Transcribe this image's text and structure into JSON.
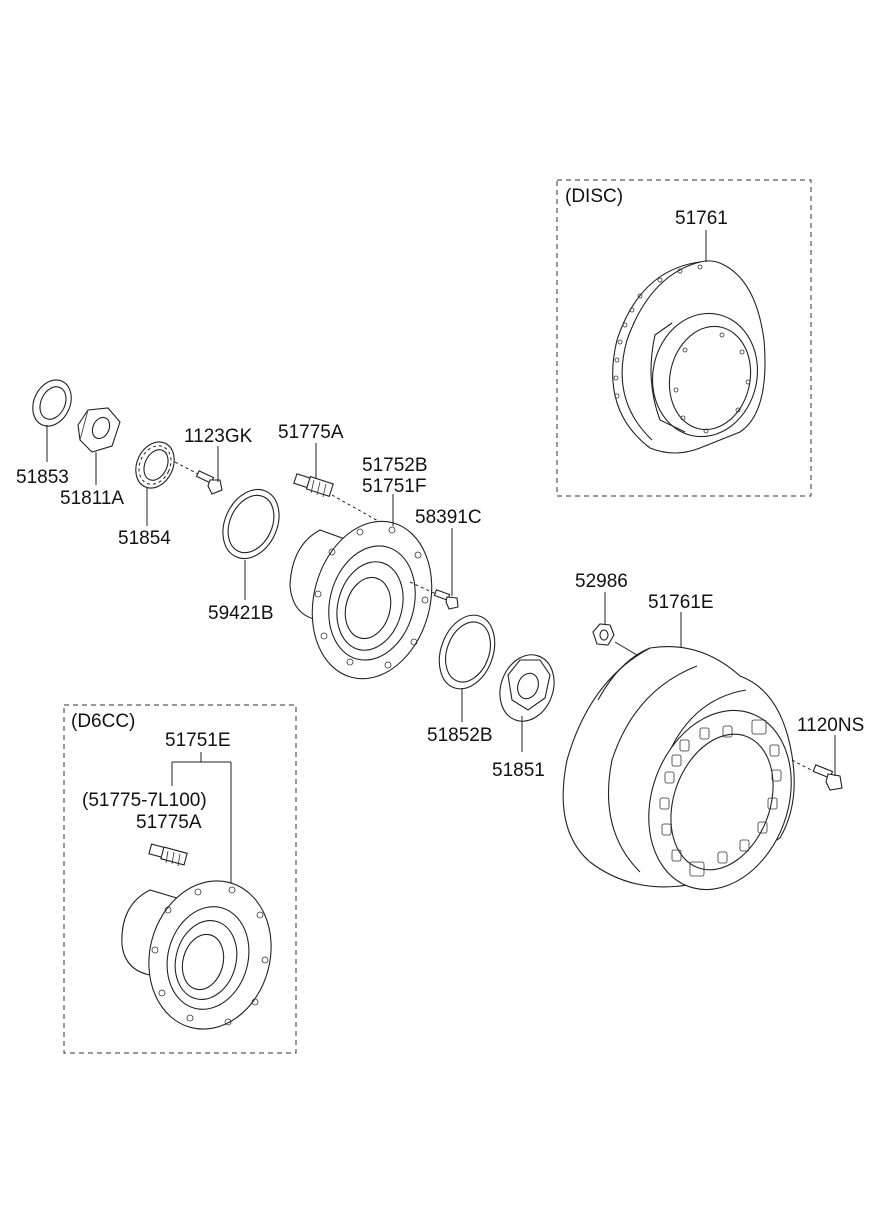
{
  "boxes": {
    "disc": "(DISC)",
    "d6cc": "(D6CC)"
  },
  "parts": {
    "p51853": "51853",
    "p51811A": "51811A",
    "p51854": "51854",
    "p1123GK": "1123GK",
    "p51775A": "51775A",
    "p51752B": "51752B",
    "p51751F": "51751F",
    "p58391C": "58391C",
    "p59421B": "59421B",
    "p51761": "51761",
    "p52986": "52986",
    "p51761E": "51761E",
    "p51852B": "51852B",
    "p51851": "51851",
    "p1120NS": "1120NS",
    "p51751E": "51751E",
    "p51775_7L100": "(51775-7L100)",
    "p51775A_d6cc": "51775A"
  }
}
